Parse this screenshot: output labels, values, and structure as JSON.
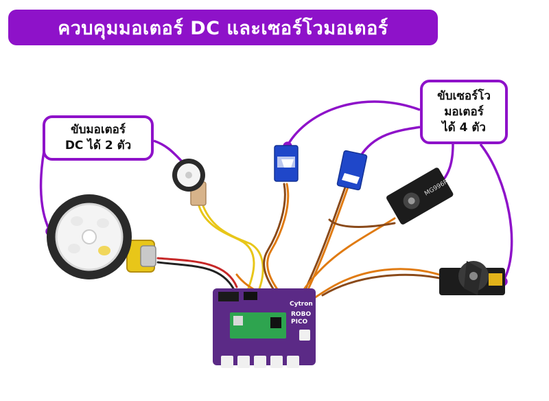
{
  "title": "ควบคุมมอเตอร์ DC และเซอร์โวมอเตอร์",
  "callouts": {
    "dc": {
      "line1": "ขับมอเตอร์",
      "line2": "DC ได้ 2 ตัว"
    },
    "servo": {
      "line1": "ขับเซอร์โว",
      "line2": "มอเตอร์",
      "line3": "ได้ 4 ตัว"
    }
  },
  "board": {
    "brand": "Cytron",
    "name_line1": "ROBO",
    "name_line2": "PICO"
  },
  "servo_label": "MG996R",
  "colors": {
    "accent": "#8e12c9",
    "board": "#5b2a86",
    "pico": "#2ea44f"
  }
}
